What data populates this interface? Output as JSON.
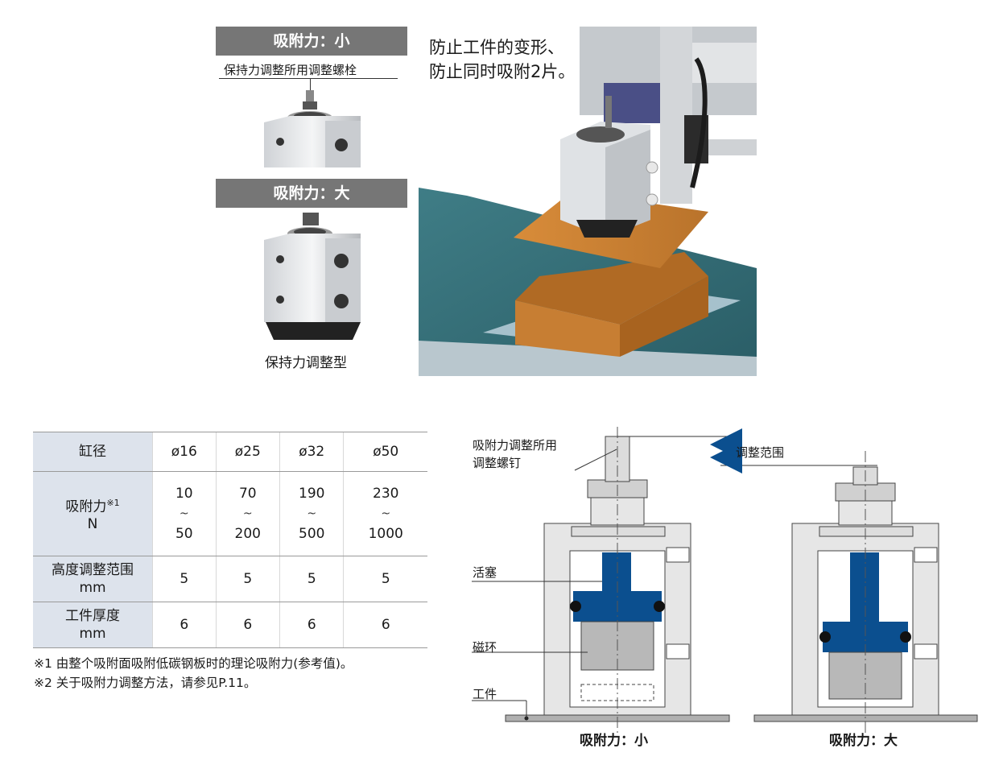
{
  "top": {
    "small_header": "吸附力：小",
    "large_header": "吸附力：大",
    "bolt_label": "保持力调整所用调整螺栓",
    "type_caption": "保持力调整型",
    "intro_line1": "防止工件的变形、",
    "intro_line2": "防止同时吸附2片。"
  },
  "table": {
    "bore_header": "缸径",
    "bores": [
      "ø16",
      "ø25",
      "ø32",
      "ø50"
    ],
    "force_label": "吸附力",
    "force_note_mark": "※1",
    "force_unit": "N",
    "force_min": [
      "10",
      "70",
      "190",
      "230"
    ],
    "force_max": [
      "50",
      "200",
      "500",
      "1000"
    ],
    "range_sep": "~",
    "height_label": "高度调整范围",
    "height_unit": "mm",
    "height_values": [
      "5",
      "5",
      "5",
      "5"
    ],
    "thickness_label": "工件厚度",
    "thickness_unit": "mm",
    "thickness_values": [
      "6",
      "6",
      "6",
      "6"
    ]
  },
  "notes": {
    "note1": "※1 由整个吸附面吸附低碳钢板时的理论吸附力(参考值)。",
    "note2": "※2 关于吸附力调整方法，请参见P.11。"
  },
  "diagram": {
    "screw_label_line1": "吸附力调整所用",
    "screw_label_line2": "调整螺钉",
    "range_label": "调整范围",
    "piston_label": "活塞",
    "magnet_label": "磁环",
    "workpiece_label": "工件",
    "caption_small": "吸附力：小",
    "caption_large": "吸附力：大"
  },
  "colors": {
    "header_bg": "#767676",
    "table_header_bg": "#dde3ec",
    "piston_blue": "#0b4f8f",
    "cylinder_body": "#e6e6e6",
    "magnet_gray": "#b8b8b8",
    "arrow_blue": "#0b4f8f"
  }
}
